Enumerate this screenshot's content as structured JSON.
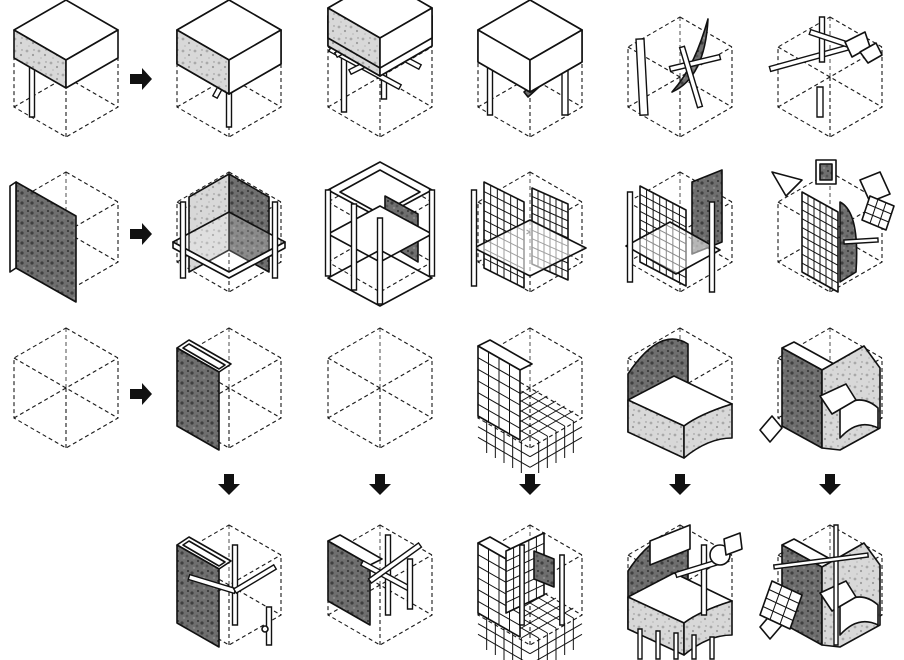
{
  "diagram": {
    "background": "#ffffff",
    "ink": "#111111",
    "rows": [
      {
        "row_id": "linear-elements",
        "cells": [
          {
            "kind": "single-rod"
          },
          {
            "kind": "three-way-rod-junction"
          },
          {
            "kind": "rod-frame-lattice"
          },
          {
            "kind": "textured-rod-beams"
          },
          {
            "kind": "twisted-rod-and-column"
          },
          {
            "kind": "fragmented-rods"
          }
        ]
      },
      {
        "row_id": "planar-elements",
        "cells": [
          {
            "kind": "single-panel"
          },
          {
            "kind": "intersecting-panels"
          },
          {
            "kind": "panel-frame-cage"
          },
          {
            "kind": "gridded-panels"
          },
          {
            "kind": "gridded-panels-with-frame"
          },
          {
            "kind": "fragmented-panels"
          }
        ]
      },
      {
        "row_id": "volumetric-elements",
        "cells": [
          {
            "kind": "base-slab"
          },
          {
            "kind": "l-shaped-volume"
          },
          {
            "kind": "stacked-slabs"
          },
          {
            "kind": "gridded-l-volume"
          },
          {
            "kind": "curved-l-volume"
          },
          {
            "kind": "fragmented-l-volume"
          }
        ]
      },
      {
        "row_id": "combined-elements",
        "cells": [
          {
            "kind": "empty"
          },
          {
            "kind": "combined-l-volume-with-rods"
          },
          {
            "kind": "combined-stacked-volume-with-rods"
          },
          {
            "kind": "combined-gridded-volume"
          },
          {
            "kind": "combined-curved-volume"
          },
          {
            "kind": "combined-fragmented-volume"
          }
        ]
      }
    ],
    "arrows": {
      "right": [
        "row-1",
        "row-2",
        "row-3"
      ],
      "down": [
        "column-2",
        "column-3",
        "column-4",
        "column-5",
        "column-6"
      ]
    }
  }
}
